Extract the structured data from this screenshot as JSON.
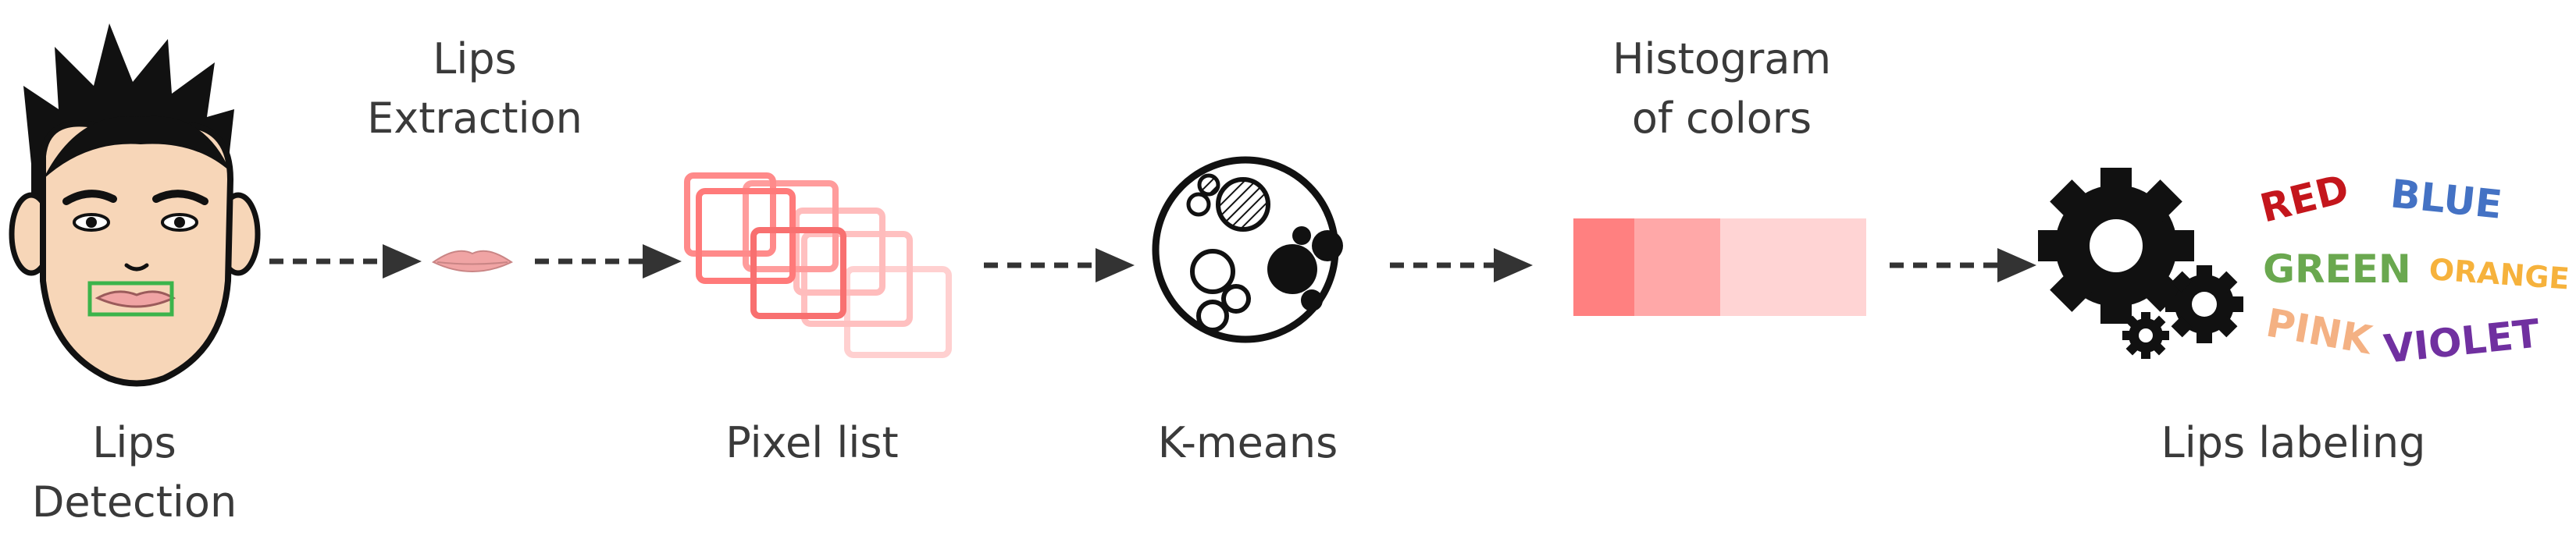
{
  "steps": {
    "lips_detection": [
      "Lips",
      "Detection"
    ],
    "lips_extraction": [
      "Lips",
      "Extraction"
    ],
    "pixel_list": "Pixel list",
    "kmeans": "K-means",
    "histogram": [
      "Histogram",
      "of colors"
    ],
    "lips_labeling": "Lips labeling"
  },
  "color_words": [
    {
      "text": "RED",
      "color": "#c4161c"
    },
    {
      "text": "BLUE",
      "color": "#4472c4"
    },
    {
      "text": "GREEN",
      "color": "#6aa84f"
    },
    {
      "text": "ORANGE",
      "color": "#f6b23c"
    },
    {
      "text": "PINK",
      "color": "#f4b183"
    },
    {
      "text": "VIOLET",
      "color": "#7030a0"
    }
  ],
  "colors": {
    "arrow": "#333333",
    "detection_box": "#3cb44b",
    "lips": "#f0a4a4",
    "skin": "#f7d6b8",
    "histogram": [
      "#ff8080",
      "#ffa8a8",
      "#ffd4d4"
    ]
  }
}
